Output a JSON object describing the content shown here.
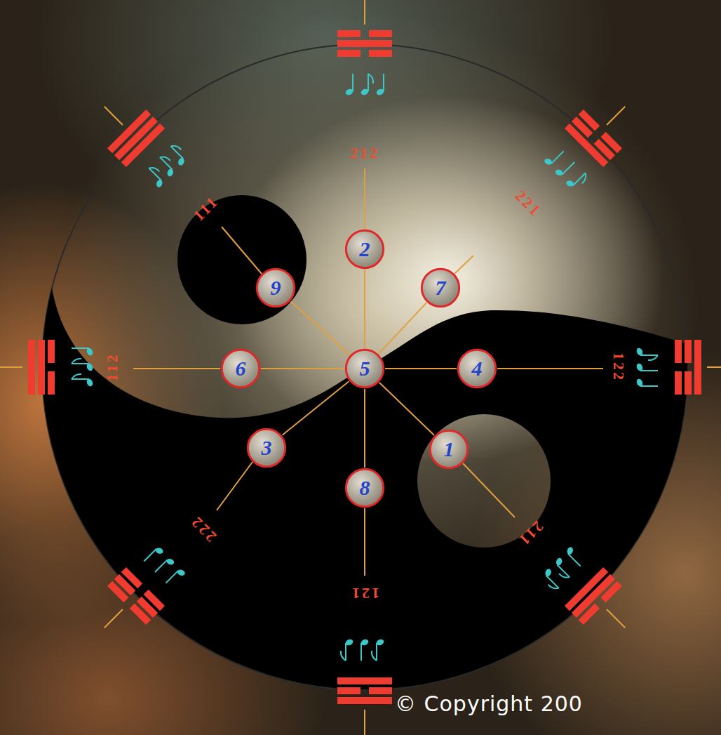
{
  "diagram": {
    "nodes": [
      {
        "text": [
          "2"
        ]
      },
      {
        "text": [
          "9"
        ]
      },
      {
        "text": [
          "7"
        ]
      },
      {
        "text": [
          "6"
        ]
      },
      {
        "text": [
          "5"
        ]
      },
      {
        "text": [
          "4"
        ]
      },
      {
        "text": [
          "3"
        ]
      },
      {
        "text": [
          "1"
        ]
      },
      {
        "text": [
          "8"
        ]
      }
    ],
    "edges": [
      {
        "from": 4,
        "to": 0,
        "arrow": "none"
      },
      {
        "from": 4,
        "to": 1,
        "arrow": "none"
      },
      {
        "from": 4,
        "to": 2,
        "arrow": "none"
      },
      {
        "from": 4,
        "to": 3,
        "arrow": "none"
      },
      {
        "from": 4,
        "to": 5,
        "arrow": "none"
      },
      {
        "from": 4,
        "to": 6,
        "arrow": "none"
      },
      {
        "from": 4,
        "to": 7,
        "arrow": "none"
      },
      {
        "from": 4,
        "to": 8,
        "arrow": "none"
      }
    ],
    "labels": [
      "212",
      "221",
      "122",
      "211",
      "121",
      "222",
      "112",
      "111",
      "© Copyright 200"
    ]
  }
}
